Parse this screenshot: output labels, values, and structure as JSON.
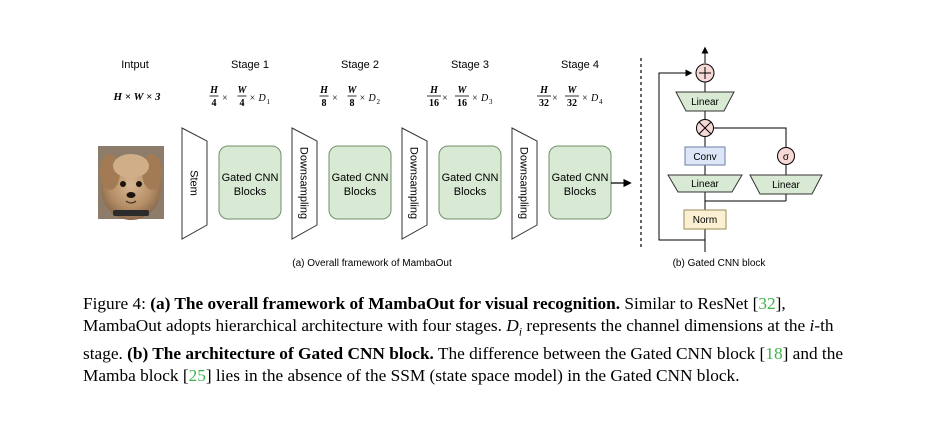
{
  "diagram": {
    "stage_headers": [
      "Intput",
      "Stage 1",
      "Stage 2",
      "Stage 3",
      "Stage 4"
    ],
    "dims": {
      "input": "H × W × 3",
      "stages": [
        {
          "h": "H",
          "hd": "4",
          "w": "W",
          "wd": "4",
          "d": "D",
          "di": "1"
        },
        {
          "h": "H",
          "hd": "8",
          "w": "W",
          "wd": "8",
          "d": "D",
          "di": "2"
        },
        {
          "h": "H",
          "hd": "16",
          "w": "W",
          "wd": "16",
          "d": "D",
          "di": "3"
        },
        {
          "h": "H",
          "hd": "32",
          "w": "W",
          "wd": "32",
          "d": "D",
          "di": "4"
        }
      ],
      "times": "×"
    },
    "stem_label": "Stem",
    "downsampling_label": "Downsampling",
    "block_line1": "Gated CNN",
    "block_line2": "Blocks",
    "subcaption_a": "(a) Overall framework of MambaOut",
    "gated": {
      "linear_top": "Linear",
      "conv": "Conv",
      "linear_left": "Linear",
      "sigma": "σ",
      "linear_right": "Linear",
      "norm": "Norm",
      "subcaption_b": "(b) Gated CNN block"
    },
    "image_label": "dog-photo"
  },
  "caption": {
    "prefix": "Figure 4: ",
    "bold_a": "(a) The overall framework of MambaOut for visual recognition.",
    "text_a1": " Similar to ResNet [",
    "cite_resnet": "32",
    "text_a2": "], MambaOut adopts hierarchical architecture with four stages. ",
    "di_symbol": "D",
    "di_sub": "i",
    "text_a3": " represents the channel dimensions at the ",
    "i_symbol": "i",
    "text_a4": "-th stage. ",
    "bold_b": "(b) The architecture of Gated CNN block.",
    "text_b1": " The difference between the Gated CNN block [",
    "cite_gated": "18",
    "text_b2": "] and the Mamba block [",
    "cite_mamba": "25",
    "text_b3": "] lies in the absence of the SSM (state space model) in the Gated CNN block."
  },
  "colors": {
    "block_fill": "#d8ead3",
    "block_stroke": "#6f8f6a",
    "conv_fill": "#dde6f7",
    "norm_fill": "#fbf1d2",
    "citation": "#3cb44b"
  }
}
